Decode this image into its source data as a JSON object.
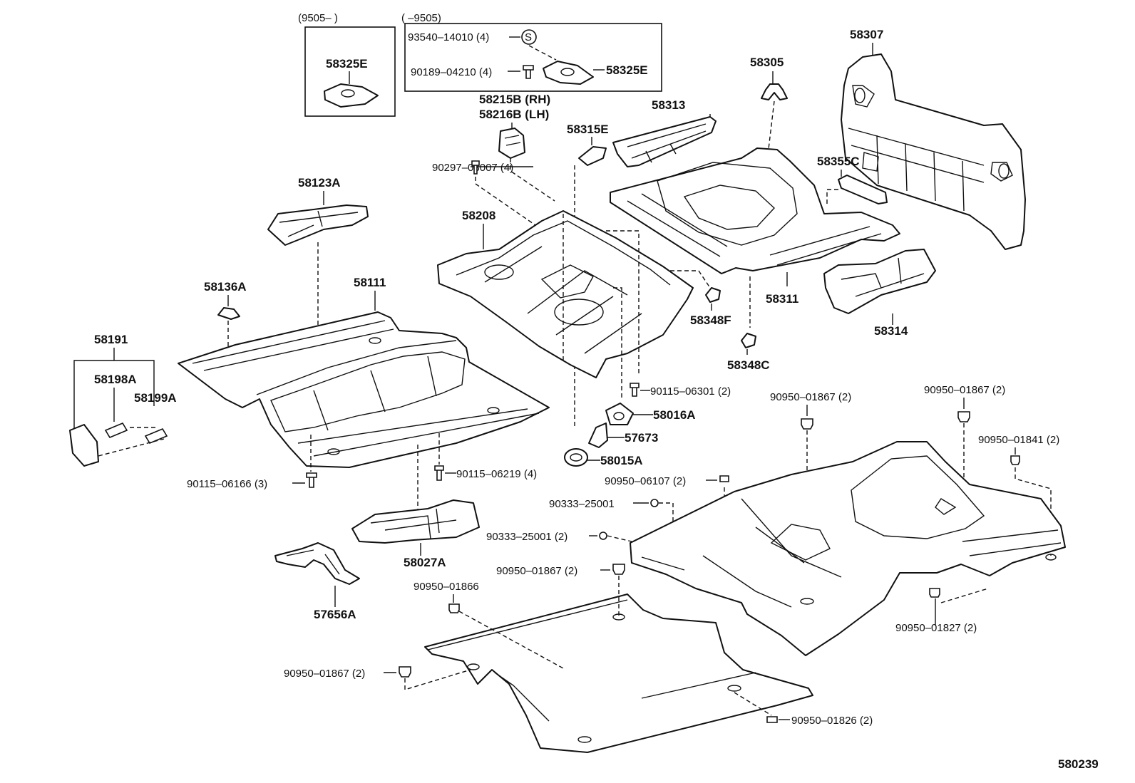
{
  "diagram_id": "580239",
  "groups": {
    "left_box_title": "(9505–        )",
    "right_box_title": "(        –9505)"
  },
  "labels": {
    "p58325E_a": "58325E",
    "p93540": "93540–14010 (4)",
    "p_s": "S",
    "p90189": "90189–04210 (4)",
    "p58325E_b": "58325E",
    "p58215B": "58215B (RH)",
    "p58216B": "58216B (LH)",
    "p58307": "58307",
    "p58305": "58305",
    "p58313": "58313",
    "p58315E": "58315E",
    "p90297": "90297–03007 (4)",
    "p58123A": "58123A",
    "p58208": "58208",
    "p58355C": "58355C",
    "p58311": "58311",
    "p58314": "58314",
    "p58348F": "58348F",
    "p58348C": "58348C",
    "p58136A": "58136A",
    "p58111": "58111",
    "p58191": "58191",
    "p58198A": "58198A",
    "p58199A": "58199A",
    "p90115_06301": "90115–06301 (2)",
    "p58016A": "58016A",
    "p57673": "57673",
    "p58015A": "58015A",
    "p90950_01867_a": "90950–01867 (2)",
    "p90950_01867_b": "90950–01867 (2)",
    "p90950_01841": "90950–01841 (2)",
    "p90115_06219": "90115–06219 (4)",
    "p90115_06166": "90115–06166 (3)",
    "p90950_06107": "90950–06107 (2)",
    "p90333_a": "90333–25001",
    "p90333_b": "90333–25001 (2)",
    "p58027A": "58027A",
    "p90950_01867_c": "90950–01867 (2)",
    "p90950_01866": "90950–01866",
    "p57656A": "57656A",
    "p90950_01827": "90950–01827 (2)",
    "p90950_01867_d": "90950–01867 (2)",
    "p90950_01826": "90950–01826 (2)"
  }
}
